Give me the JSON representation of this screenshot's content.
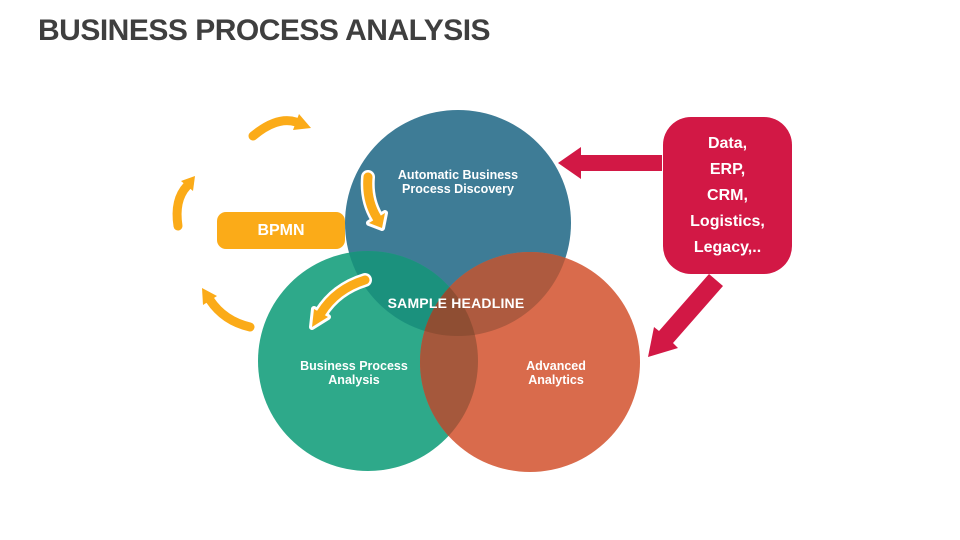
{
  "slide": {
    "title": "BUSINESS PROCESS ANALYSIS",
    "title_color": "#3f3f3f",
    "background_color": "#ffffff"
  },
  "venn": {
    "center_label": "SAMPLE HEADLINE",
    "circles": {
      "top": {
        "label": "Automatic Business\nProcess Discovery",
        "color": "#3E7C96"
      },
      "left": {
        "label": "Business Process\nAnalysis",
        "color": "#2EA98A"
      },
      "right": {
        "label": "Advanced\nAnalytics",
        "color": "#D96B4C"
      }
    },
    "overlap_colors": {
      "top_left": "#1B917D",
      "top_right": "#AE5A3F",
      "left_right": "#A5583C",
      "triple": "#8F4E33"
    }
  },
  "bpmn_box": {
    "label": "BPMN",
    "color": "#FBAB18"
  },
  "source_box": {
    "lines": [
      "Data,",
      "ERP,",
      "CRM,",
      "Logistics,",
      "Legacy,.."
    ],
    "color": "#D21845"
  },
  "arrows": {
    "cycle_color": "#FBAB18",
    "input_color": "#D21845"
  }
}
